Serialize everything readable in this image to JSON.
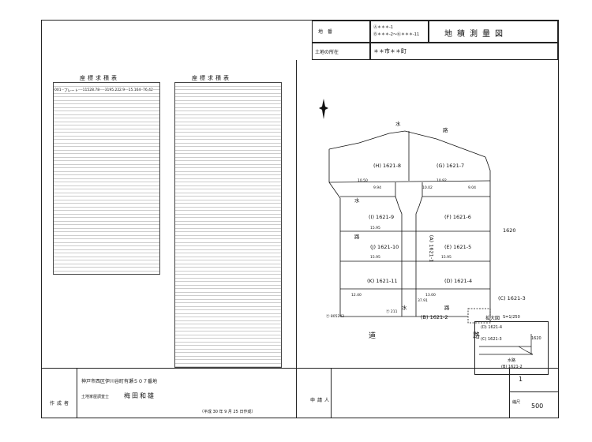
{
  "header": {
    "chiban_label": "地　番",
    "chiban_values": [
      "Ⓐ＊＊＊-1",
      "Ⓑ＊＊＊-2〜Ⓚ＊＊＊-11"
    ],
    "title": "地積測量図",
    "location_label": "土地の所在",
    "location_value": "＊＊市＊＊町"
  },
  "tables": {
    "left_title": "座標求積表",
    "right_title": "座標求積表",
    "row_sample": [
      "001",
      "プレート",
      "-11528.78",
      "-3195.22",
      "2.9",
      "-15.164",
      "76,42"
    ]
  },
  "map": {
    "road_labels": [
      "水",
      "路",
      "水",
      "路",
      "水",
      "路",
      "道",
      "路"
    ],
    "lots": [
      {
        "id": "H",
        "label": "(H) 1621-8"
      },
      {
        "id": "G",
        "label": "(G) 1621-7"
      },
      {
        "id": "I",
        "label": "(I) 1621-9"
      },
      {
        "id": "F",
        "label": "(F) 1621-6"
      },
      {
        "id": "A",
        "label": "(A) 1621-1"
      },
      {
        "id": "J",
        "label": "(J) 1621-10"
      },
      {
        "id": "E",
        "label": "(E) 1621-5"
      },
      {
        "id": "K",
        "label": "(K) 1621-11"
      },
      {
        "id": "D",
        "label": "(D) 1621-4"
      },
      {
        "id": "C",
        "label": "(C) 1621-3"
      },
      {
        "id": "B",
        "label": "(B) 1621-2"
      }
    ],
    "neighbor": "1620",
    "dims": [
      "15.95",
      "15.95",
      "15.95",
      "12.40",
      "37.91",
      "13.00",
      "10.50",
      "9.94",
      "10.02",
      "10.92",
      "9.04"
    ],
    "benchmark": "Ⓣ 211",
    "benchmark2": "Ⓣ 805242"
  },
  "inset": {
    "title": "拡大図",
    "scale": "S=1/250",
    "lot_d": "(D) 1621-4",
    "lot_c": "(C) 1621-3",
    "lot_b": "(B) 1621-2",
    "neighbor": "1620",
    "road": "水路"
  },
  "footer": {
    "creator_label": "作成者",
    "address": "神戸市西区伊川谷町有瀬５０７番地",
    "role": "土地家屋調査士",
    "name": "梅田和雄",
    "date": "（平成 30 年 9 月 25 日作成）",
    "applicant_label": "申請人",
    "sheet_no": "1",
    "scale_label": "縮尺",
    "scale_value": "500"
  }
}
